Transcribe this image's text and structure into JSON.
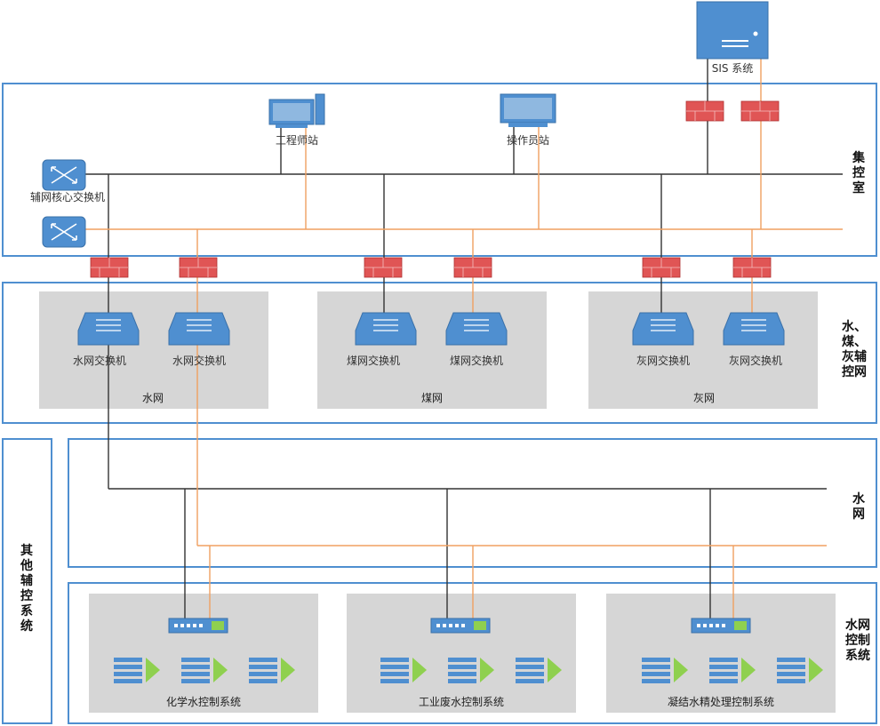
{
  "colors": {
    "frame": "#4f8fd0",
    "group_fill": "#d6d6d6",
    "device_blue": "#4f8fd0",
    "firewall": "#e05555",
    "orange_line": "#f0a060",
    "black_line": "#333333",
    "green_arrow": "#8fd04f"
  },
  "sis": {
    "label": "SIS 系统",
    "icon": "server-icon"
  },
  "control_room": {
    "label": "集控室",
    "engineer_station": "工程师站",
    "operator_station": "操作员站",
    "core_switch": "辅网核心交换机",
    "icons": [
      "computer-icon",
      "switch-icon"
    ]
  },
  "aux_net": {
    "label": "水、煤、灰辅控网",
    "groups": [
      {
        "name": "水网",
        "switches": [
          "水网交换机",
          "水网交换机"
        ]
      },
      {
        "name": "煤网",
        "switches": [
          "煤网交换机",
          "煤网交换机"
        ]
      },
      {
        "name": "灰网",
        "switches": [
          "灰网交换机",
          "灰网交换机"
        ]
      }
    ]
  },
  "other_aux": {
    "label": "其他辅控系统",
    "water_net_label": "水网",
    "water_control_label": "水网控制系统",
    "systems": [
      "化学水控制系统",
      "工业废水控制系统",
      "凝结水精处理控制系统"
    ]
  }
}
